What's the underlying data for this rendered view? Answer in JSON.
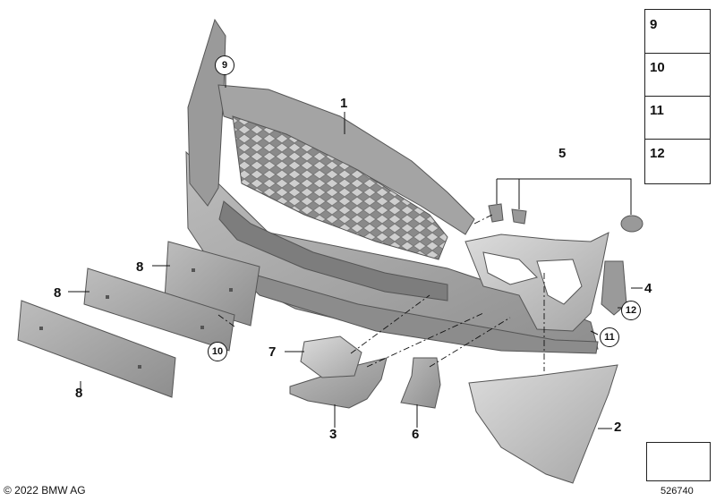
{
  "callouts": {
    "c1": "1",
    "c2": "2",
    "c3": "3",
    "c4": "4",
    "c5": "5",
    "c6": "6",
    "c7": "7",
    "c8a": "8",
    "c8b": "8",
    "c8c": "8"
  },
  "circled": {
    "c9": "9",
    "c10": "10",
    "c11": "11",
    "c12": "12"
  },
  "legend": [
    {
      "num": "9",
      "icon": "screw-icon"
    },
    {
      "num": "10",
      "icon": "flat-head-screw-icon"
    },
    {
      "num": "11",
      "icon": "clip-nut-icon"
    },
    {
      "num": "12",
      "icon": "rivet-icon"
    }
  ],
  "footer": {
    "copyright": "© 2022 BMW AG",
    "image_number": "526740"
  },
  "colors": {
    "part_fill": "#a9a9a9",
    "part_dark": "#6f6f6f",
    "part_light": "#cfcfcf",
    "line": "#111111"
  }
}
